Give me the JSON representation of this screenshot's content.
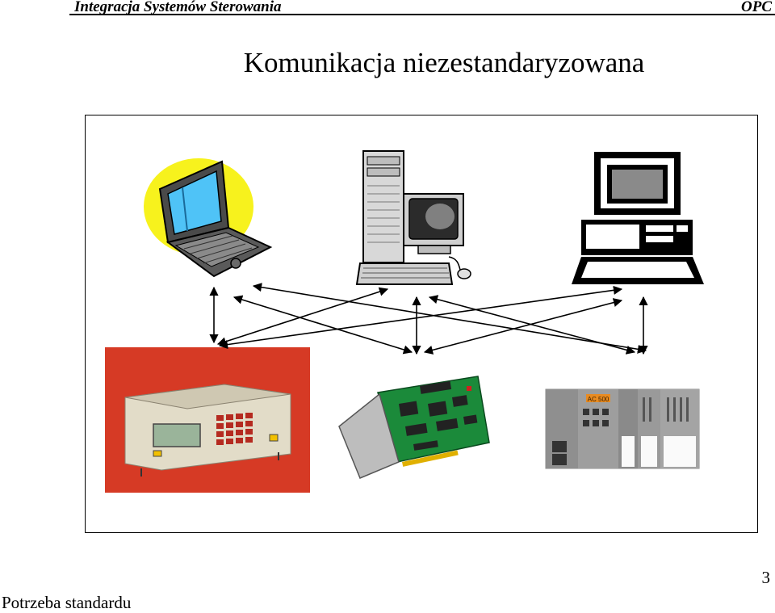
{
  "header": {
    "course": "Integracja Systemów Sterowania",
    "topic": "OPC"
  },
  "title": "Komunikacja niezestandaryzowana",
  "diagram": {
    "top_devices": [
      "laptop-icon",
      "desktop-tower-icon",
      "terminal-icon"
    ],
    "bottom_devices": [
      "controller-unit-icon",
      "pci-card-icon",
      "plc-rack-icon"
    ],
    "device_screen_text": "AC 500",
    "colors": {
      "laptop_halo": "#f7f21d",
      "screen_blue": "#4fc3f7",
      "controller_bg": "#d63a25",
      "pcb_green": "#1b8a3a"
    }
  },
  "footer": {
    "section": "Potrzeba standardu",
    "page": "3"
  }
}
